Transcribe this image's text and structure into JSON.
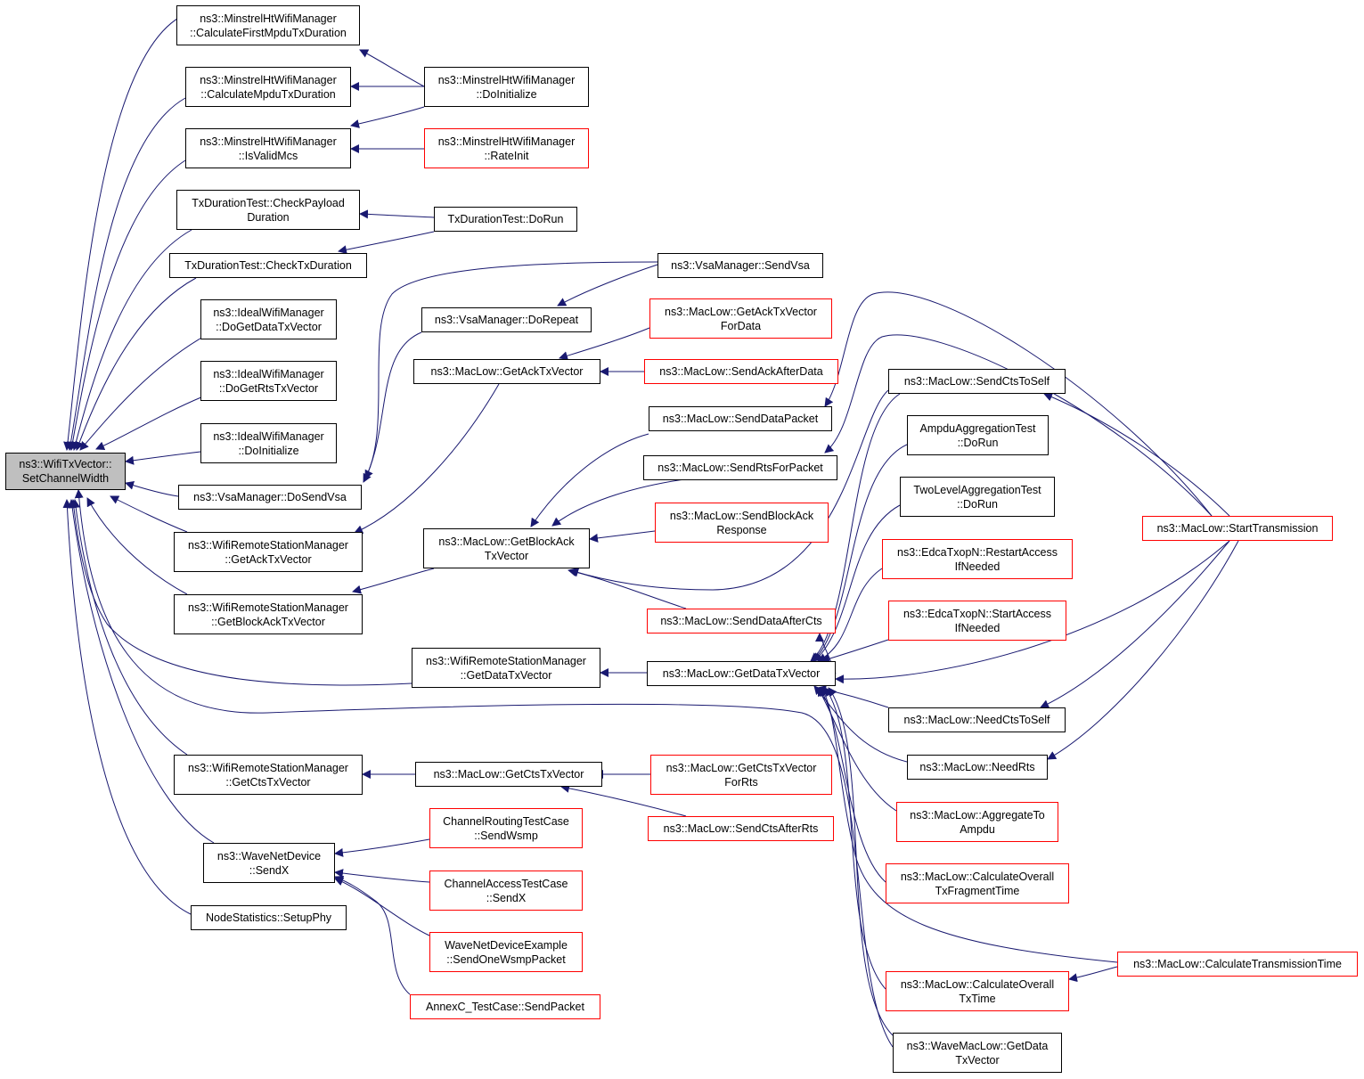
{
  "colors": {
    "edge": "#191970",
    "node_border": "#000000",
    "incomplete_border": "#ff0000",
    "root_fill": "#bfbfbf"
  },
  "nodes": [
    {
      "id": "root",
      "lines": [
        "ns3::WifiTxVector::",
        "SetChannelWidth"
      ],
      "style": "root"
    },
    {
      "id": "mhCalcFirst",
      "lines": [
        "ns3::MinstrelHtWifiManager",
        "::CalculateFirstMpduTxDuration"
      ]
    },
    {
      "id": "mhCalcMpdu",
      "lines": [
        "ns3::MinstrelHtWifiManager",
        "::CalculateMpduTxDuration"
      ]
    },
    {
      "id": "mhIsValid",
      "lines": [
        "ns3::MinstrelHtWifiManager",
        "::IsValidMcs"
      ]
    },
    {
      "id": "mhDoInit",
      "lines": [
        "ns3::MinstrelHtWifiManager",
        "::DoInitialize"
      ]
    },
    {
      "id": "mhRateInit",
      "lines": [
        "ns3::MinstrelHtWifiManager",
        "::RateInit"
      ],
      "style": "red"
    },
    {
      "id": "txCheckPayload",
      "lines": [
        "TxDurationTest::CheckPayload",
        "Duration"
      ]
    },
    {
      "id": "txCheckTx",
      "lines": [
        "TxDurationTest::CheckTxDuration"
      ]
    },
    {
      "id": "txDoRun",
      "lines": [
        "TxDurationTest::DoRun"
      ]
    },
    {
      "id": "idealData",
      "lines": [
        "ns3::IdealWifiManager",
        "::DoGetDataTxVector"
      ]
    },
    {
      "id": "idealRts",
      "lines": [
        "ns3::IdealWifiManager",
        "::DoGetRtsTxVector"
      ]
    },
    {
      "id": "idealInit",
      "lines": [
        "ns3::IdealWifiManager",
        "::DoInitialize"
      ]
    },
    {
      "id": "vsaDoSend",
      "lines": [
        "ns3::VsaManager::DoSendVsa"
      ]
    },
    {
      "id": "vsaDoRepeat",
      "lines": [
        "ns3::VsaManager::DoRepeat"
      ]
    },
    {
      "id": "vsaSend",
      "lines": [
        "ns3::VsaManager::SendVsa"
      ]
    },
    {
      "id": "wrsmAck",
      "lines": [
        "ns3::WifiRemoteStationManager",
        "::GetAckTxVector"
      ]
    },
    {
      "id": "wrsmBlockAck",
      "lines": [
        "ns3::WifiRemoteStationManager",
        "::GetBlockAckTxVector"
      ]
    },
    {
      "id": "wrsmData",
      "lines": [
        "ns3::WifiRemoteStationManager",
        "::GetDataTxVector"
      ]
    },
    {
      "id": "wrsmCts",
      "lines": [
        "ns3::WifiRemoteStationManager",
        "::GetCtsTxVector"
      ]
    },
    {
      "id": "waveSendX",
      "lines": [
        "ns3::WaveNetDevice",
        "::SendX"
      ]
    },
    {
      "id": "nodeStats",
      "lines": [
        "NodeStatistics::SetupPhy"
      ]
    },
    {
      "id": "mlGetAck",
      "lines": [
        "ns3::MacLow::GetAckTxVector"
      ]
    },
    {
      "id": "mlGetAckForData",
      "lines": [
        "ns3::MacLow::GetAckTxVector",
        "ForData"
      ],
      "style": "red"
    },
    {
      "id": "mlSendAckAfterData",
      "lines": [
        "ns3::MacLow::SendAckAfterData"
      ],
      "style": "red"
    },
    {
      "id": "mlSendDataPacket",
      "lines": [
        "ns3::MacLow::SendDataPacket"
      ]
    },
    {
      "id": "mlSendRtsForPacket",
      "lines": [
        "ns3::MacLow::SendRtsForPacket"
      ]
    },
    {
      "id": "mlSendBlockAckResp",
      "lines": [
        "ns3::MacLow::SendBlockAck",
        "Response"
      ],
      "style": "red"
    },
    {
      "id": "mlGetBlockAck",
      "lines": [
        "ns3::MacLow::GetBlockAck",
        "TxVector"
      ]
    },
    {
      "id": "mlSendDataAfterCts",
      "lines": [
        "ns3::MacLow::SendDataAfterCts"
      ],
      "style": "red"
    },
    {
      "id": "mlGetData",
      "lines": [
        "ns3::MacLow::GetDataTxVector"
      ]
    },
    {
      "id": "mlGetCts",
      "lines": [
        "ns3::MacLow::GetCtsTxVector"
      ]
    },
    {
      "id": "mlGetCtsForRts",
      "lines": [
        "ns3::MacLow::GetCtsTxVector",
        "ForRts"
      ],
      "style": "red"
    },
    {
      "id": "mlSendCtsAfterRts",
      "lines": [
        "ns3::MacLow::SendCtsAfterRts"
      ],
      "style": "red"
    },
    {
      "id": "chRoutingSendWsmp",
      "lines": [
        "ChannelRoutingTestCase",
        "::SendWsmp"
      ],
      "style": "red"
    },
    {
      "id": "chAccessSendX",
      "lines": [
        "ChannelAccessTestCase",
        "::SendX"
      ],
      "style": "red"
    },
    {
      "id": "waveExample",
      "lines": [
        "WaveNetDeviceExample",
        "::SendOneWsmpPacket"
      ],
      "style": "red"
    },
    {
      "id": "annexC",
      "lines": [
        "AnnexC_TestCase::SendPacket"
      ],
      "style": "red"
    },
    {
      "id": "mlSendCtsToSelf",
      "lines": [
        "ns3::MacLow::SendCtsToSelf"
      ]
    },
    {
      "id": "ampduDoRun",
      "lines": [
        "AmpduAggregationTest",
        "::DoRun"
      ]
    },
    {
      "id": "twoLevelDoRun",
      "lines": [
        "TwoLevelAggregationTest",
        "::DoRun"
      ]
    },
    {
      "id": "edcaRestart",
      "lines": [
        "ns3::EdcaTxopN::RestartAccess",
        "IfNeeded"
      ],
      "style": "red"
    },
    {
      "id": "edcaStart",
      "lines": [
        "ns3::EdcaTxopN::StartAccess",
        "IfNeeded"
      ],
      "style": "red"
    },
    {
      "id": "mlNeedCtsToSelf",
      "lines": [
        "ns3::MacLow::NeedCtsToSelf"
      ]
    },
    {
      "id": "mlNeedRts",
      "lines": [
        "ns3::MacLow::NeedRts"
      ]
    },
    {
      "id": "mlAggregate",
      "lines": [
        "ns3::MacLow::AggregateTo",
        "Ampdu"
      ],
      "style": "red"
    },
    {
      "id": "mlCalcOverallFrag",
      "lines": [
        "ns3::MacLow::CalculateOverall",
        "TxFragmentTime"
      ],
      "style": "red"
    },
    {
      "id": "mlCalcOverallTx",
      "lines": [
        "ns3::MacLow::CalculateOverall",
        "TxTime"
      ],
      "style": "red"
    },
    {
      "id": "waveMacLow",
      "lines": [
        "ns3::WaveMacLow::GetData",
        "TxVector"
      ]
    },
    {
      "id": "mlStartTx",
      "lines": [
        "ns3::MacLow::StartTransmission"
      ],
      "style": "red"
    },
    {
      "id": "mlCalcTransTime",
      "lines": [
        "ns3::MacLow::CalculateTransmissionTime"
      ],
      "style": "red"
    }
  ]
}
